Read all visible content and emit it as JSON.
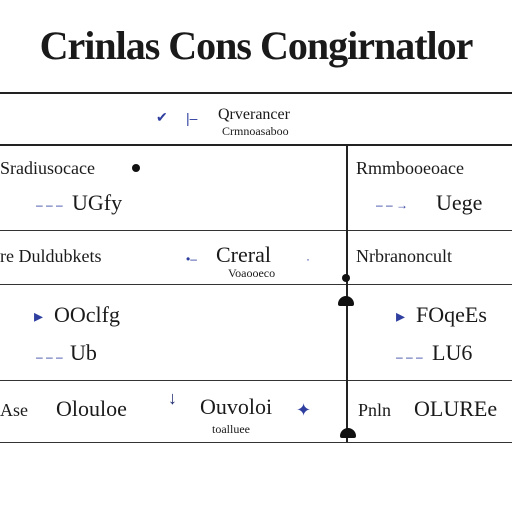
{
  "title": "Crinlas Cons Congirnatlor",
  "subheader": {
    "line1": "Qrverancer",
    "line2": "Crmnoasaboo"
  },
  "rows": [
    {
      "left_label": "Sradiusocace",
      "left_value": "UGfy",
      "right_label": "Rmmbooeoace",
      "right_value": "Uege"
    },
    {
      "left_label": "re Duldubkets",
      "center_label": "Creral",
      "center_sub": "Voaooeco",
      "right_label": "Nrbranoncult"
    },
    {
      "left_value1": "OOclfg",
      "left_value2": "Ub",
      "right_value1": "FOqeEs",
      "right_value2": "LU6"
    },
    {
      "left_a": "Ase",
      "left_b": "Olouloe",
      "center_label": "Ouvoloi",
      "center_sub": "toalluee",
      "right_a": "Pnln",
      "right_b": "OLUREe"
    }
  ],
  "colors": {
    "accent": "#2f3fa0",
    "line": "#222222"
  }
}
